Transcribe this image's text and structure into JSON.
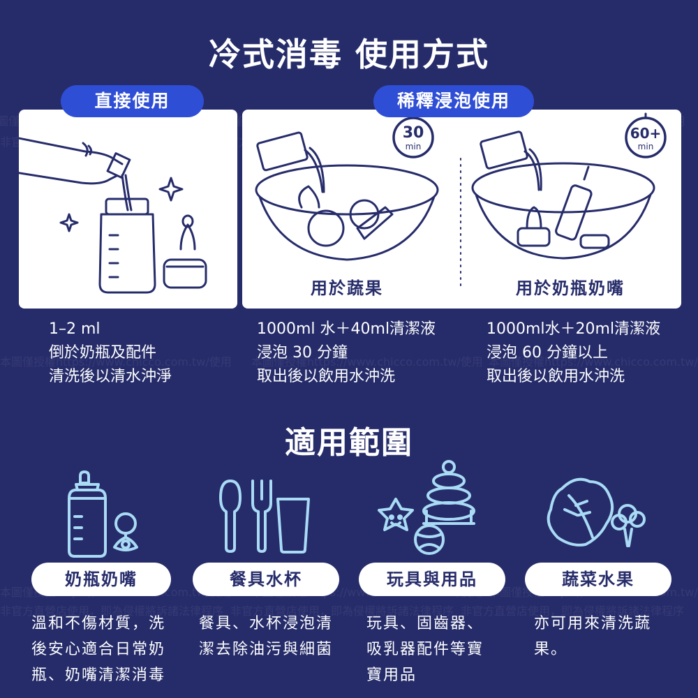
{
  "title": "冷式消毒 使用方式",
  "methods": {
    "direct": {
      "label": "直接使用",
      "desc": [
        "1–2 ml",
        "倒於奶瓶及配件",
        "清洗後以清水沖淨"
      ]
    },
    "dilute": {
      "label": "稀釋浸泡使用",
      "produce": {
        "caption": "用於蔬果",
        "timer_value": "30",
        "timer_unit": "min",
        "desc": [
          "1000ml 水＋40ml清潔液",
          "浸泡 30 分鐘",
          "取出後以飲用水沖洗"
        ]
      },
      "bottle": {
        "caption": "用於奶瓶奶嘴",
        "timer_value": "60+",
        "timer_unit": "min",
        "desc": [
          "1000ml水＋20ml清潔液",
          "浸泡 60 分鐘以上",
          "取出後以飲用水沖洗"
        ]
      }
    }
  },
  "range_title": "適用範圍",
  "categories": [
    {
      "label": "奶瓶奶嘴",
      "desc": [
        "溫和不傷材質，洗",
        "後安心適合日常奶",
        "瓶、奶嘴清潔消毒"
      ],
      "icon": "baby-bottle-pacifier-icon"
    },
    {
      "label": "餐具水杯",
      "desc": [
        "餐具、水杯浸泡清",
        "潔去除油污與細菌"
      ],
      "icon": "utensils-cup-icon"
    },
    {
      "label": "玩具與用品",
      "desc": [
        "玩具、固齒器、",
        "吸乳器配件等寶",
        "寶用品"
      ],
      "icon": "toys-icon"
    },
    {
      "label": "蔬菜水果",
      "desc": [
        "亦可用來清洗蔬",
        "果。"
      ],
      "icon": "vegetables-icon"
    }
  ],
  "watermark": {
    "line1": "本圖僅授權https://www.chicco.com.tw/使用",
    "line2": "非官方直營店使用，即為侵權將訴諸法律程序"
  },
  "colors": {
    "background": "#262c6a",
    "accent": "#2f4ed6",
    "icon_line": "#a9dbf5",
    "panel": "#ffffff"
  }
}
